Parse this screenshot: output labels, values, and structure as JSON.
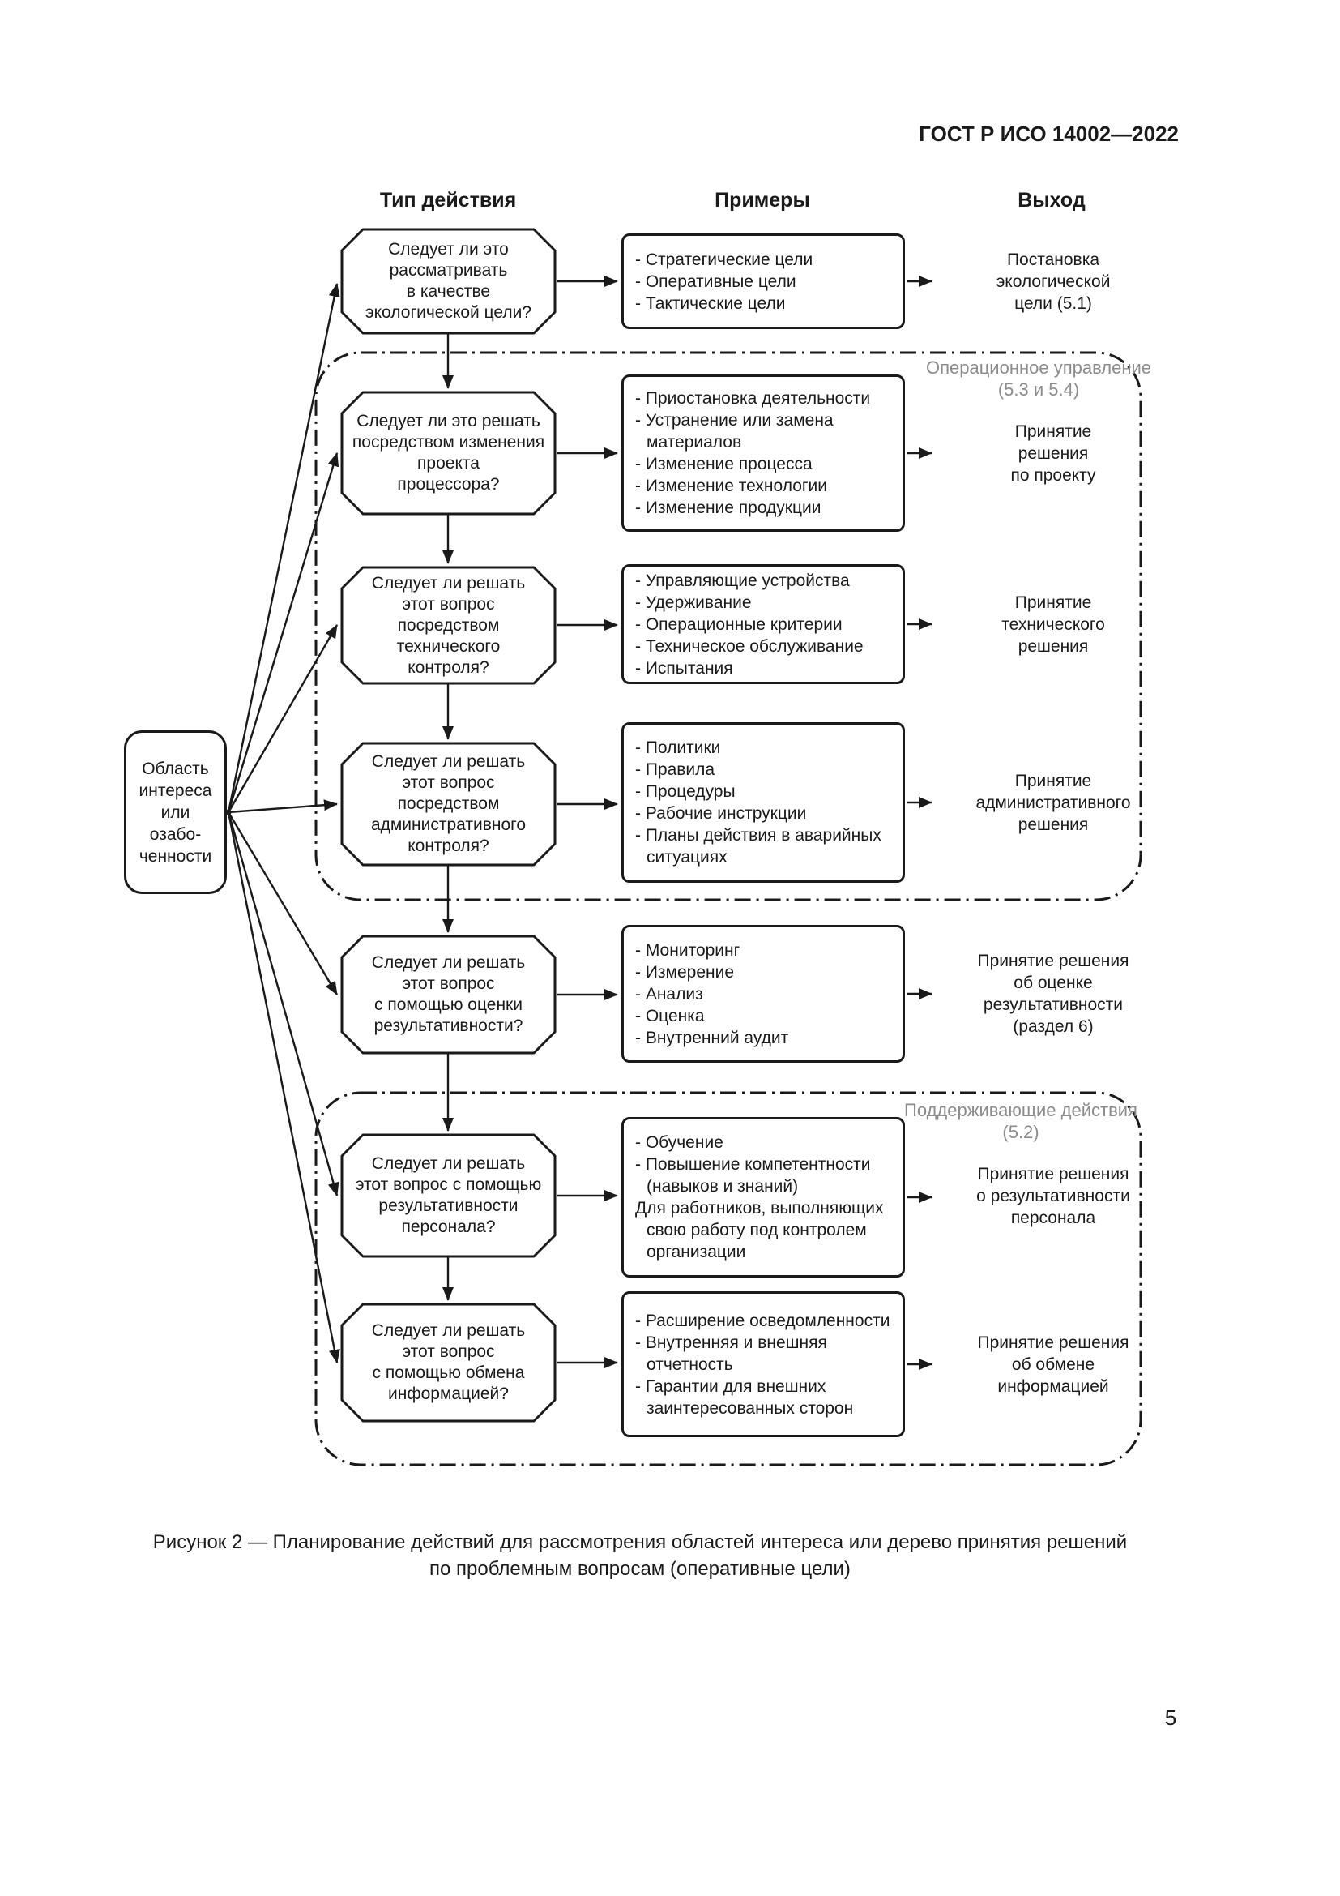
{
  "page": {
    "doc_header": "ГОСТ Р ИСО 14002—2022",
    "page_number": "5",
    "caption": "Рисунок 2 — Планирование действий для рассмотрения областей интереса или дерево принятия решений\nпо проблемным вопросам (оперативные цели)"
  },
  "columns": {
    "action_type": "Тип действия",
    "examples": "Примеры",
    "output": "Выход"
  },
  "source": {
    "label": "Область\nинтереса\nили\nозабо-\nченности"
  },
  "groups": [
    {
      "label": "Операционное управление\n(5.3 и 5.4)"
    },
    {
      "label": "Поддерживающие действия\n(5.2)"
    }
  ],
  "rows": [
    {
      "question": "Следует ли это\nрассматривать\nв качестве\nэкологической цели?",
      "examples": [
        "- Стратегические цели",
        "- Оперативные цели",
        "- Тактические цели"
      ],
      "output": "Постановка\nэкологической\nцели (5.1)"
    },
    {
      "question": "Следует ли это решать\nпосредством изменения\nпроекта\nпроцессора?",
      "examples": [
        "- Приостановка деятельности",
        "- Устранение или замена материалов",
        "- Изменение процесса",
        "- Изменение технологии",
        "- Изменение продукции"
      ],
      "output": "Принятие\nрешения\nпо проекту"
    },
    {
      "question": "Следует ли решать\nэтот вопрос\nпосредством\nтехнического\nконтроля?",
      "examples": [
        "- Управляющие устройства",
        "- Удерживание",
        "- Операционные критерии",
        "- Техническое обслуживание",
        "- Испытания"
      ],
      "output": "Принятие\nтехнического\nрешения"
    },
    {
      "question": "Следует ли решать\nэтот вопрос\nпосредством\nадминистративного\nконтроля?",
      "examples": [
        "- Политики",
        "- Правила",
        "- Процедуры",
        "- Рабочие инструкции",
        "- Планы действия в аварийных ситуациях"
      ],
      "output": "Принятие\nадминистративного\nрешения"
    },
    {
      "question": "Следует ли решать\nэтот вопрос\nс помощью оценки\nрезультативности?",
      "examples": [
        "- Мониторинг",
        "- Измерение",
        "- Анализ",
        "- Оценка",
        "- Внутренний аудит"
      ],
      "output": "Принятие решения\nоб оценке\nрезультативности\n(раздел 6)"
    },
    {
      "question": "Следует ли решать\nэтот вопрос с помощью\nрезультативности\nперсонала?",
      "examples": [
        "- Обучение",
        "- Повышение компетентности (навыков и знаний)",
        "Для работников, выполняющих свою работу под контролем организации"
      ],
      "output": "Принятие решения\nо результативности\nперсонала"
    },
    {
      "question": "Следует ли решать\nэтот вопрос\nс помощью обмена\nинформацией?",
      "examples": [
        "- Расширение осведомленности",
        "- Внутренняя и внешняя отчетность",
        "- Гарантии для внешних заинтересованных сторон"
      ],
      "output": "Принятие решения\nоб обмене\nинформацией"
    }
  ],
  "colors": {
    "ink": "#1a1a1a",
    "muted": "#8c8c8c"
  }
}
